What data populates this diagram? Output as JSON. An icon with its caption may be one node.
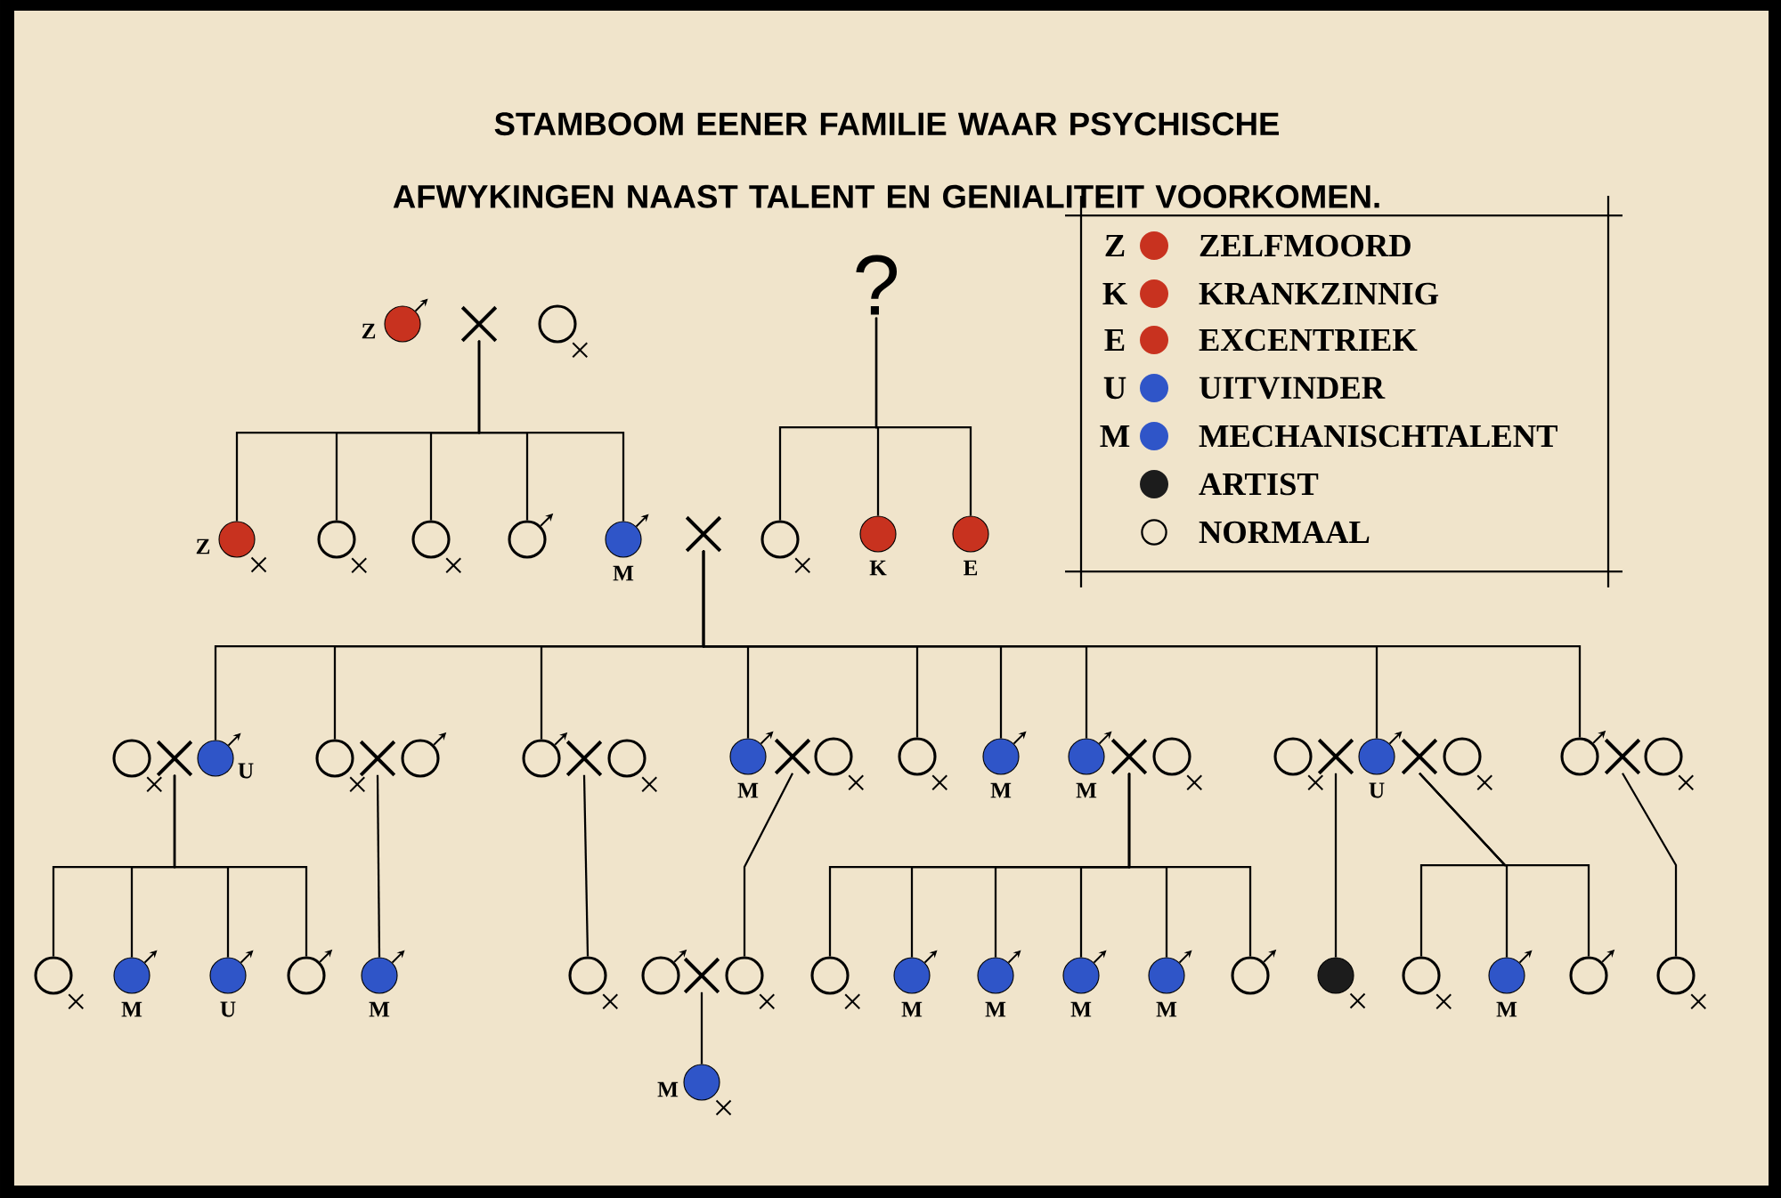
{
  "diagram": {
    "title": "STAMBOOM EENER FAMILIE WAAR PSYCHISCHE AFWYKINGEN NAAST TALENT EN GENIALITEIT VOORKOMEN.",
    "nodes": [
      {
        "text": [],
        "shape": "circle",
        "beside": [
          "Z"
        ]
      },
      {
        "text": [],
        "shape": "cross"
      },
      {
        "text": [],
        "shape": "circle"
      },
      {
        "text": [
          "?"
        ]
      },
      {
        "text": [],
        "shape": "circle",
        "beside": [
          "Z"
        ]
      },
      {
        "text": [],
        "shape": "circle"
      },
      {
        "text": [],
        "shape": "circle"
      },
      {
        "text": [],
        "shape": "circle"
      },
      {
        "text": [],
        "shape": "circle",
        "beside": [
          "M"
        ]
      },
      {
        "text": [],
        "shape": "cross"
      },
      {
        "text": [],
        "shape": "circle"
      },
      {
        "text": [],
        "shape": "circle",
        "beside": [
          "K"
        ]
      },
      {
        "text": [],
        "shape": "circle",
        "beside": [
          "E"
        ]
      },
      {
        "text": [],
        "shape": "circle"
      },
      {
        "text": [],
        "shape": "cross"
      },
      {
        "text": [],
        "shape": "circle",
        "beside": [
          "U"
        ]
      },
      {
        "text": [],
        "shape": "circle"
      },
      {
        "text": [],
        "shape": "cross"
      },
      {
        "text": [],
        "shape": "circle"
      },
      {
        "text": [],
        "shape": "circle"
      },
      {
        "text": [],
        "shape": "cross"
      },
      {
        "text": [],
        "shape": "circle"
      },
      {
        "text": [],
        "shape": "circle",
        "beside": [
          "M"
        ]
      },
      {
        "text": [],
        "shape": "cross"
      },
      {
        "text": [],
        "shape": "circle"
      },
      {
        "text": [],
        "shape": "circle"
      },
      {
        "text": [],
        "shape": "circle",
        "beside": [
          "M"
        ]
      },
      {
        "text": [],
        "shape": "circle",
        "beside": [
          "M"
        ]
      },
      {
        "text": [],
        "shape": "cross"
      },
      {
        "text": [],
        "shape": "circle"
      },
      {
        "text": [],
        "shape": "circle"
      },
      {
        "text": [],
        "shape": "cross"
      },
      {
        "text": [],
        "shape": "circle",
        "beside": [
          "U"
        ]
      },
      {
        "text": [],
        "shape": "cross"
      },
      {
        "text": [],
        "shape": "circle"
      },
      {
        "text": [],
        "shape": "circle"
      },
      {
        "text": [],
        "shape": "cross"
      },
      {
        "text": [],
        "shape": "circle"
      },
      {
        "text": [],
        "shape": "circle"
      },
      {
        "text": [],
        "shape": "circle",
        "beside": [
          "M"
        ]
      },
      {
        "text": [],
        "shape": "circle",
        "beside": [
          "U"
        ]
      },
      {
        "text": [],
        "shape": "circle"
      },
      {
        "text": [],
        "shape": "circle",
        "beside": [
          "M"
        ]
      },
      {
        "text": [],
        "shape": "circle"
      },
      {
        "text": [],
        "shape": "circle"
      },
      {
        "text": [],
        "shape": "cross"
      },
      {
        "text": [],
        "shape": "circle"
      },
      {
        "text": [],
        "shape": "circle"
      },
      {
        "text": [],
        "shape": "circle",
        "beside": [
          "M"
        ]
      },
      {
        "text": [],
        "shape": "circle",
        "beside": [
          "M"
        ]
      },
      {
        "text": [],
        "shape": "circle",
        "beside": [
          "M"
        ]
      },
      {
        "text": [],
        "shape": "circle",
        "beside": [
          "M"
        ]
      },
      {
        "text": [],
        "shape": "circle"
      },
      {
        "text": [],
        "shape": "circle"
      },
      {
        "text": [],
        "shape": "circle"
      },
      {
        "text": [],
        "shape": "circle",
        "beside": [
          "M"
        ]
      },
      {
        "text": [],
        "shape": "circle"
      },
      {
        "text": [],
        "shape": "circle"
      },
      {
        "text": [],
        "shape": "circle",
        "beside": [
          "M"
        ]
      }
    ],
    "edges": [
      {
        "from": 1,
        "to": 4,
        "arrow": "none"
      },
      {
        "from": 1,
        "to": 5,
        "arrow": "none"
      },
      {
        "from": 1,
        "to": 6,
        "arrow": "none"
      },
      {
        "from": 1,
        "to": 7,
        "arrow": "none"
      },
      {
        "from": 1,
        "to": 8,
        "arrow": "none"
      },
      {
        "from": 3,
        "to": 10,
        "arrow": "none"
      },
      {
        "from": 3,
        "to": 11,
        "arrow": "none"
      },
      {
        "from": 3,
        "to": 12,
        "arrow": "none"
      },
      {
        "from": 9,
        "to": 15,
        "arrow": "none"
      },
      {
        "from": 9,
        "to": 16,
        "arrow": "none"
      },
      {
        "from": 9,
        "to": 19,
        "arrow": "none"
      },
      {
        "from": 9,
        "to": 22,
        "arrow": "none"
      },
      {
        "from": 9,
        "to": 25,
        "arrow": "none"
      },
      {
        "from": 9,
        "to": 26,
        "arrow": "none"
      },
      {
        "from": 9,
        "to": 27,
        "arrow": "none"
      },
      {
        "from": 9,
        "to": 32,
        "arrow": "none"
      },
      {
        "from": 9,
        "to": 35,
        "arrow": "none"
      },
      {
        "from": 14,
        "to": 38,
        "arrow": "none"
      },
      {
        "from": 14,
        "to": 39,
        "arrow": "none"
      },
      {
        "from": 14,
        "to": 40,
        "arrow": "none"
      },
      {
        "from": 14,
        "to": 41,
        "arrow": "none"
      },
      {
        "from": 17,
        "to": 42,
        "arrow": "none"
      },
      {
        "from": 20,
        "to": 43,
        "arrow": "none"
      },
      {
        "from": 23,
        "to": 46,
        "arrow": "none"
      },
      {
        "from": 28,
        "to": 47,
        "arrow": "none"
      },
      {
        "from": 28,
        "to": 48,
        "arrow": "none"
      },
      {
        "from": 28,
        "to": 49,
        "arrow": "none"
      },
      {
        "from": 28,
        "to": 50,
        "arrow": "none"
      },
      {
        "from": 28,
        "to": 51,
        "arrow": "none"
      },
      {
        "from": 28,
        "to": 52,
        "arrow": "none"
      },
      {
        "from": 31,
        "to": 53,
        "arrow": "none"
      },
      {
        "from": 33,
        "to": 54,
        "arrow": "none"
      },
      {
        "from": 33,
        "to": 55,
        "arrow": "none"
      },
      {
        "from": 33,
        "to": 56,
        "arrow": "none"
      },
      {
        "from": 36,
        "to": 57,
        "arrow": "none"
      },
      {
        "from": 45,
        "to": 58,
        "arrow": "none"
      }
    ],
    "labels": [
      "Z",
      "K",
      "E",
      "U",
      "M"
    ],
    "legend": [
      {
        "text": "ZELFMOORD",
        "color": "#c8321f"
      },
      {
        "text": "KRANKZINNIG",
        "color": "#c8321f"
      },
      {
        "text": "EXCENTRIEK",
        "color": "#c8321f"
      },
      {
        "text": "UITVINDER",
        "color": "#2f55c8"
      },
      {
        "text": "MECHANISCHTALENT",
        "color": "#2f55c8"
      },
      {
        "text": "ARTIST",
        "color": "#1c1c1c"
      },
      {
        "text": "NORMAAL"
      }
    ]
  }
}
